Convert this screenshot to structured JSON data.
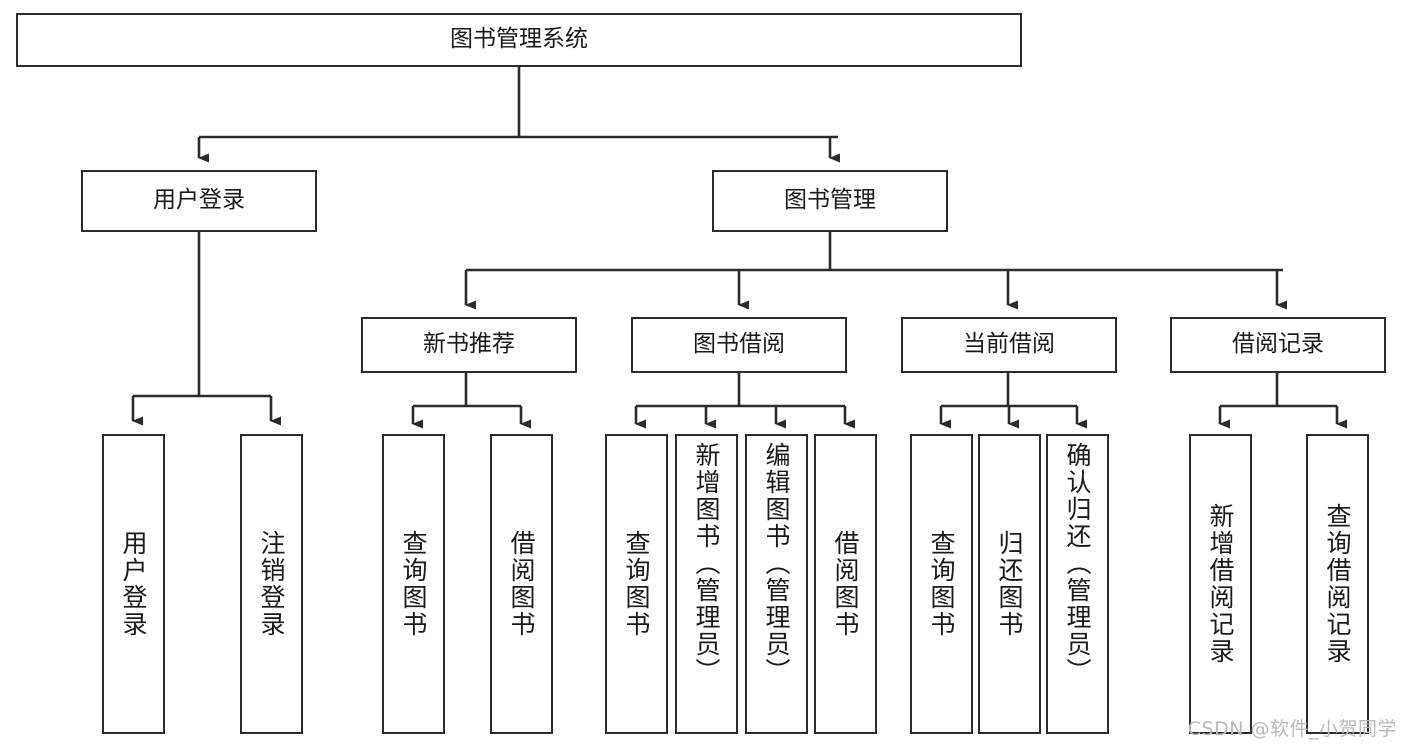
{
  "diagram": {
    "title": "图书管理系统",
    "type": "tree-hierarchy-diagram",
    "colors": {
      "box_border": "#2b2b2b",
      "box_fill": "#ffffff",
      "connector": "#2b2b2b",
      "text": "#1a1a1a",
      "watermark": "#b9b9b9",
      "background": "#ffffff"
    },
    "root": {
      "label": "图书管理系统",
      "orientation": "horizontal"
    },
    "level2": [
      {
        "label": "用户登录",
        "orientation": "horizontal"
      },
      {
        "label": "图书管理",
        "orientation": "horizontal"
      }
    ],
    "level3": [
      {
        "label": "新书推荐",
        "orientation": "horizontal"
      },
      {
        "label": "图书借阅",
        "orientation": "horizontal"
      },
      {
        "label": "当前借阅",
        "orientation": "horizontal"
      },
      {
        "label": "借阅记录",
        "orientation": "horizontal"
      }
    ],
    "leaves": {
      "user_login": [
        {
          "label": "用户登录",
          "orientation": "vertical"
        },
        {
          "label": "注销登录",
          "orientation": "vertical"
        }
      ],
      "new_book_recommend": [
        {
          "label": "查询图书",
          "orientation": "vertical"
        },
        {
          "label": "借阅图书",
          "orientation": "vertical"
        }
      ],
      "book_borrow": [
        {
          "label": "查询图书",
          "orientation": "vertical"
        },
        {
          "label": "新增图书（管理员）",
          "orientation": "vertical"
        },
        {
          "label": "编辑图书（管理员）",
          "orientation": "vertical"
        },
        {
          "label": "借阅图书",
          "orientation": "vertical"
        }
      ],
      "current_borrow": [
        {
          "label": "查询图书",
          "orientation": "vertical"
        },
        {
          "label": "归还图书",
          "orientation": "vertical"
        },
        {
          "label": "确认归还（管理员）",
          "orientation": "vertical"
        }
      ],
      "borrow_record": [
        {
          "label": "新增借阅记录",
          "orientation": "vertical"
        },
        {
          "label": "查询借阅记录",
          "orientation": "vertical"
        }
      ]
    },
    "watermark": "CSDN @软件_小贺同学"
  }
}
